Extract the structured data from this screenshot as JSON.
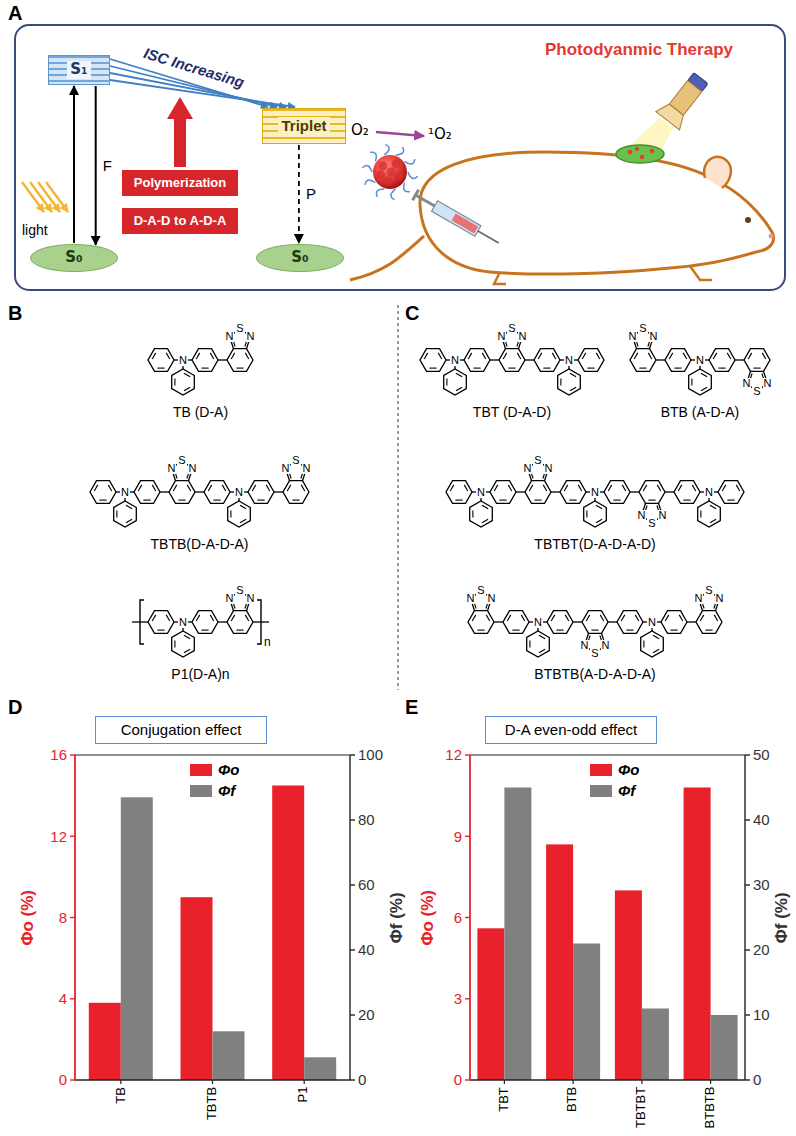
{
  "diagram": {
    "nodes": [
      {
        "text": [
          "S₁"
        ]
      },
      {
        "text": [
          "S₀"
        ]
      },
      {
        "text": [
          "Polymerization"
        ]
      },
      {
        "text": [
          "D-A-D to A-D-A"
        ]
      },
      {
        "text": [
          "Triplet"
        ]
      },
      {
        "text": [
          "S₀"
        ]
      },
      {
        "text": [
          "Conjugation effect"
        ]
      },
      {
        "text": [
          "D-A even-odd effect"
        ]
      }
    ],
    "edges": [
      {
        "from": 1,
        "to": 0,
        "arrow": "to"
      },
      {
        "from": 0,
        "to": 1,
        "arrow": "to",
        "label": "F"
      },
      {
        "from": 0,
        "to": 4,
        "arrow": "to",
        "label": "ISC Increasing"
      },
      {
        "from": 4,
        "to": 5,
        "arrow": "to",
        "label": "P"
      }
    ],
    "labels": [
      "A",
      "light",
      "O₂",
      "¹O₂",
      "Photodyanmic Therapy",
      "B",
      "N",
      "N",
      "S",
      "N",
      "TB (D-A)",
      "N",
      "N",
      "S",
      "N",
      "N",
      "N",
      "S",
      "N",
      "TBTB(D-A-D-A)",
      "N",
      "N",
      "S",
      "N",
      "n",
      "P1(D-A)n",
      "C",
      "N",
      "N",
      "S",
      "N",
      "N",
      "TBT (D-A-D)",
      "N",
      "S",
      "N",
      "N",
      "N",
      "S",
      "N",
      "BTB (A-D-A)",
      "N",
      "N",
      "S",
      "N",
      "N",
      "N",
      "S",
      "N",
      "N",
      "TBTBT(D-A-D-A-D)",
      "N",
      "S",
      "N",
      "N",
      "N",
      "S",
      "N",
      "N",
      "N",
      "S",
      "N",
      "BTBTB(A-D-A-D-A)",
      "D",
      "Φo (%)",
      "Φf (%)",
      "0",
      "4",
      "8",
      "12",
      "16",
      "0",
      "20",
      "40",
      "60",
      "80",
      "100",
      "TB",
      "TBTB",
      "P1",
      "E",
      "Φo (%)",
      "Φf (%)",
      "0",
      "3",
      "6",
      "9",
      "12",
      "0",
      "10",
      "20",
      "30",
      "40",
      "50",
      "TBT",
      "BTB",
      "TBTBT",
      "BTBTB"
    ],
    "legend": [
      {
        "text": "Φo",
        "color": "#e8212b"
      },
      {
        "text": "Φf",
        "color": "#808080"
      },
      {
        "text": "Φo",
        "color": "#e8212b"
      },
      {
        "text": "Φf",
        "color": "#808080"
      }
    ]
  }
}
